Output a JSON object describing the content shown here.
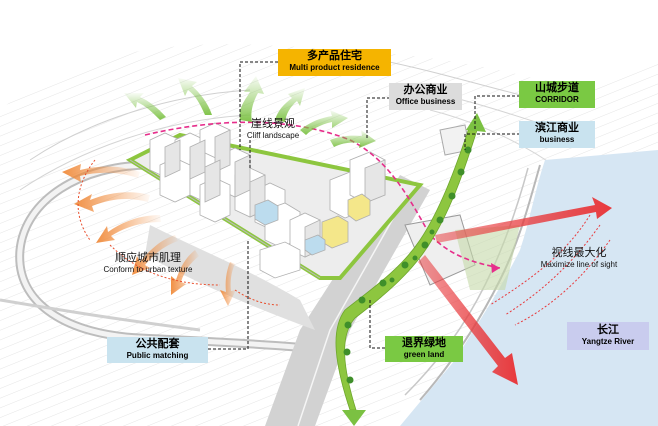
{
  "labels": {
    "multi_product": {
      "zh": "多产品住宅",
      "en": "Multi product residence",
      "color": "#f5b400"
    },
    "cliff": {
      "zh": "崖线景观",
      "en": "Cliff landscape"
    },
    "office": {
      "zh": "办公商业",
      "en": "Office business",
      "color": "#dcdcdc"
    },
    "corridor": {
      "zh": "山城步道",
      "en": "CORRIDOR",
      "color": "#7ac943"
    },
    "riverside": {
      "zh": "滨江商业",
      "en": "business",
      "color": "#c9e3ef"
    },
    "urban": {
      "zh": "顺应城市肌理",
      "en": "Conform to urban texture"
    },
    "sight": {
      "zh": "视线最大化",
      "en": "Maximize line of sight"
    },
    "public": {
      "zh": "公共配套",
      "en": "Public matching",
      "color": "#c9e3ef"
    },
    "green": {
      "zh": "退界绿地",
      "en": "green land",
      "color": "#7ac943"
    },
    "river": {
      "zh": "长江",
      "en": "Yangtze River",
      "color": "#c9ccee"
    }
  },
  "colors": {
    "river": "#d6e6f3",
    "green_arrow": "#7bc142",
    "orange_arrow": "#f08a3a",
    "sight_arrow": "#e8393c",
    "dashed_path": "#e62e8b",
    "site_outline": "#8dc63f"
  }
}
